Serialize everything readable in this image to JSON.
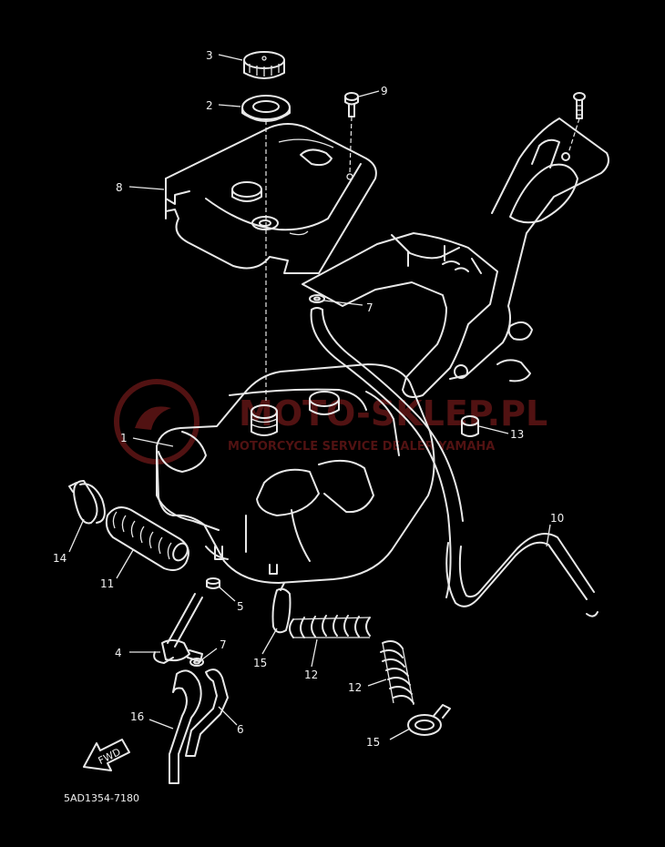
{
  "callouts": [
    {
      "id": "c3",
      "label": "3"
    },
    {
      "id": "c2",
      "label": "2"
    },
    {
      "id": "c9",
      "label": "9"
    },
    {
      "id": "c8",
      "label": "8"
    },
    {
      "id": "c7a",
      "label": "7"
    },
    {
      "id": "c1",
      "label": "1"
    },
    {
      "id": "c13",
      "label": "13"
    },
    {
      "id": "c14",
      "label": "14"
    },
    {
      "id": "c11",
      "label": "11"
    },
    {
      "id": "c5",
      "label": "5"
    },
    {
      "id": "c10",
      "label": "10"
    },
    {
      "id": "c4",
      "label": "4"
    },
    {
      "id": "c7b",
      "label": "7"
    },
    {
      "id": "c15a",
      "label": "15"
    },
    {
      "id": "c12a",
      "label": "12"
    },
    {
      "id": "c12b",
      "label": "12"
    },
    {
      "id": "c16",
      "label": "16"
    },
    {
      "id": "c6",
      "label": "6"
    },
    {
      "id": "c15b",
      "label": "15"
    }
  ],
  "diagram_code": "5AD1354-7180",
  "fwd_label": "FWD",
  "watermark": {
    "name": "MOTO-SKLEP.PL",
    "tagline": "MOTORCYCLE SERVICE DEALER YAMAHA"
  },
  "colors": {
    "background": "#000000",
    "line": "#e8e8e8",
    "watermark": "#5a1414"
  }
}
